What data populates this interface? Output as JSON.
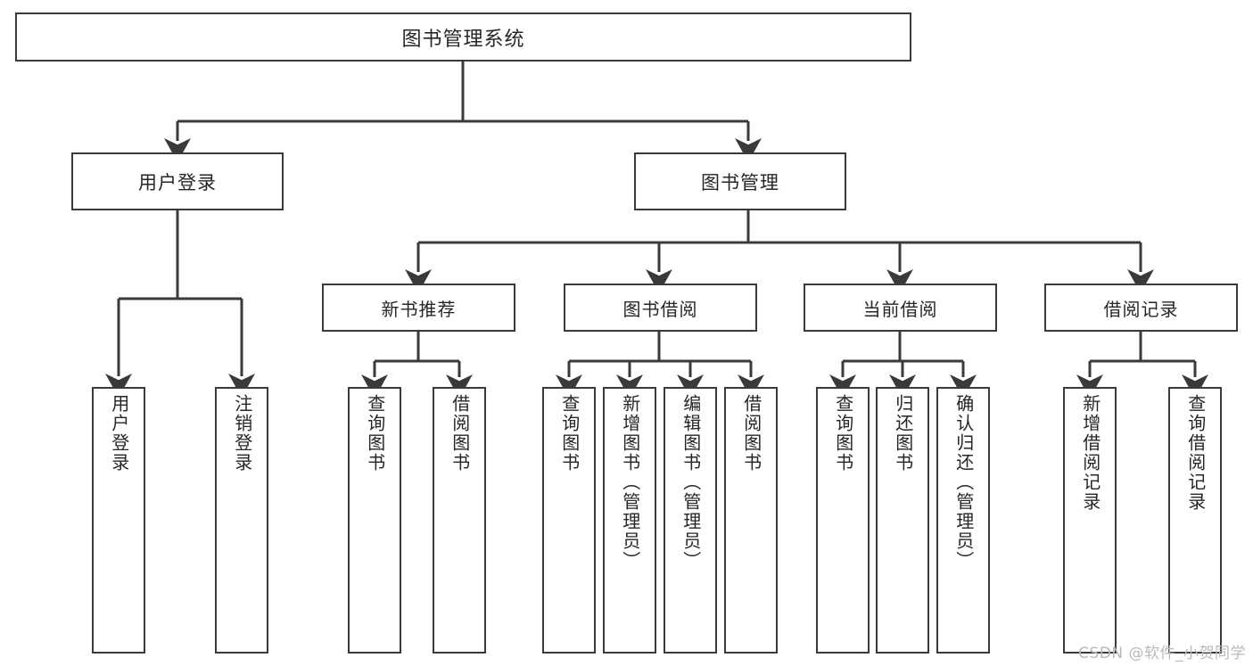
{
  "diagram": {
    "type": "tree-hierarchy-function-decomposition",
    "title": "图书管理系统",
    "watermark": "CSDN @软件_小贺同学",
    "colors": {
      "background": "#ffffff",
      "border": "#3a3a3a",
      "text": "#262626",
      "connector": "#3a3a3a",
      "watermark": "#b9b9b9"
    },
    "root": {
      "label": "图书管理系统"
    },
    "level1": [
      {
        "label": "用户登录"
      },
      {
        "label": "图书管理"
      }
    ],
    "level2": [
      {
        "label": "新书推荐"
      },
      {
        "label": "图书借阅"
      },
      {
        "label": "当前借阅"
      },
      {
        "label": "借阅记录"
      }
    ],
    "leaves": {
      "user_login": [
        {
          "label": "用户登录"
        },
        {
          "label": "注销登录"
        }
      ],
      "new_book_recommend": [
        {
          "label": "查询图书"
        },
        {
          "label": "借阅图书"
        }
      ],
      "book_borrow": [
        {
          "label": "查询图书"
        },
        {
          "label": "新增图书（管理员）"
        },
        {
          "label": "编辑图书（管理员）"
        },
        {
          "label": "借阅图书"
        }
      ],
      "current_borrow": [
        {
          "label": "查询图书"
        },
        {
          "label": "归还图书"
        },
        {
          "label": "确认归还（管理员）"
        }
      ],
      "borrow_record": [
        {
          "label": "新增借阅记录"
        },
        {
          "label": "查询借阅记录"
        }
      ]
    }
  }
}
